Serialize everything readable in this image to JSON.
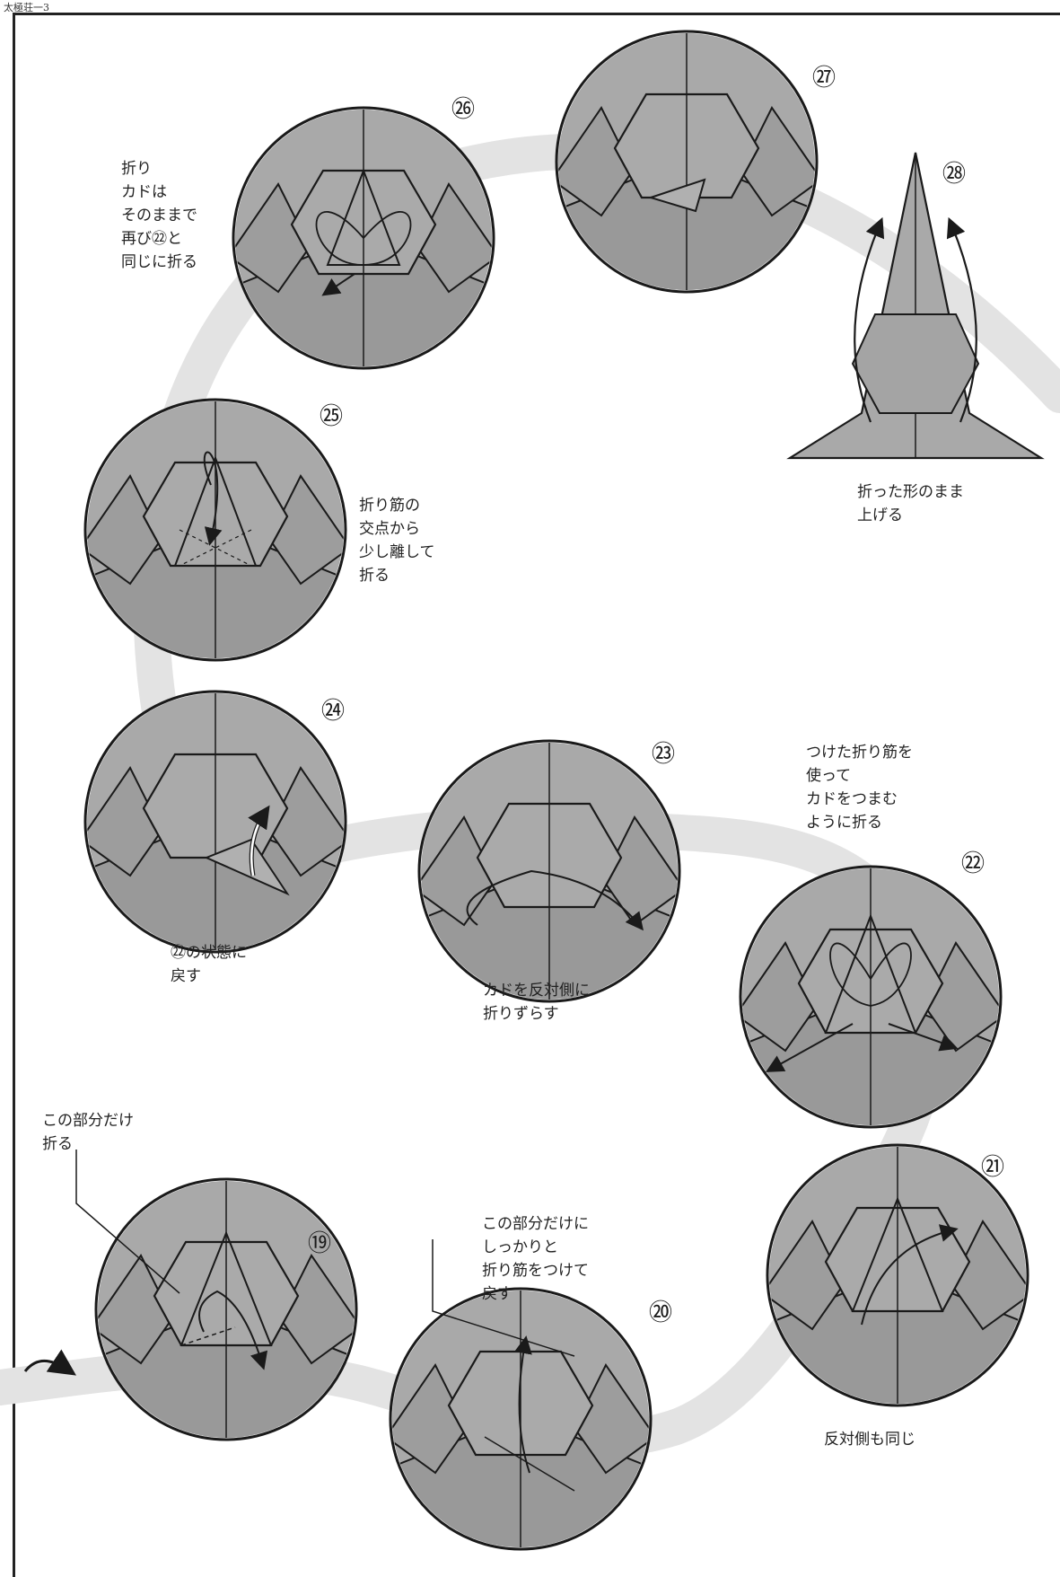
{
  "header": "太極荘一3",
  "steps": [
    {
      "num": "⑲",
      "caption": "この部分だけ\n折る"
    },
    {
      "num": "⑳",
      "caption": "この部分だけに\nしっかりと\n折り筋をつけて\n戻す"
    },
    {
      "num": "㉑",
      "caption": "反対側も同じ"
    },
    {
      "num": "㉒",
      "caption": "つけた折り筋を\n使って\nカドをつまむ\nように折る"
    },
    {
      "num": "㉓",
      "caption": "カドを反対側に\n折りずらす"
    },
    {
      "num": "㉔",
      "caption": "㉒の状態に\n戻す"
    },
    {
      "num": "㉕",
      "caption": "折り筋の\n交点から\n少し離して\n折る"
    },
    {
      "num": "㉖",
      "caption": "折り\nカドは\nそのままで\n再び㉒と\n同じに折る"
    },
    {
      "num": "㉗",
      "caption": ""
    },
    {
      "num": "㉘",
      "caption": "折った形のまま\n上げる"
    }
  ],
  "colors": {
    "paper": "#a9a9a9",
    "paper_dark": "#8f8f8f",
    "path": "#e3e3e3",
    "line": "#1a1a1a"
  }
}
